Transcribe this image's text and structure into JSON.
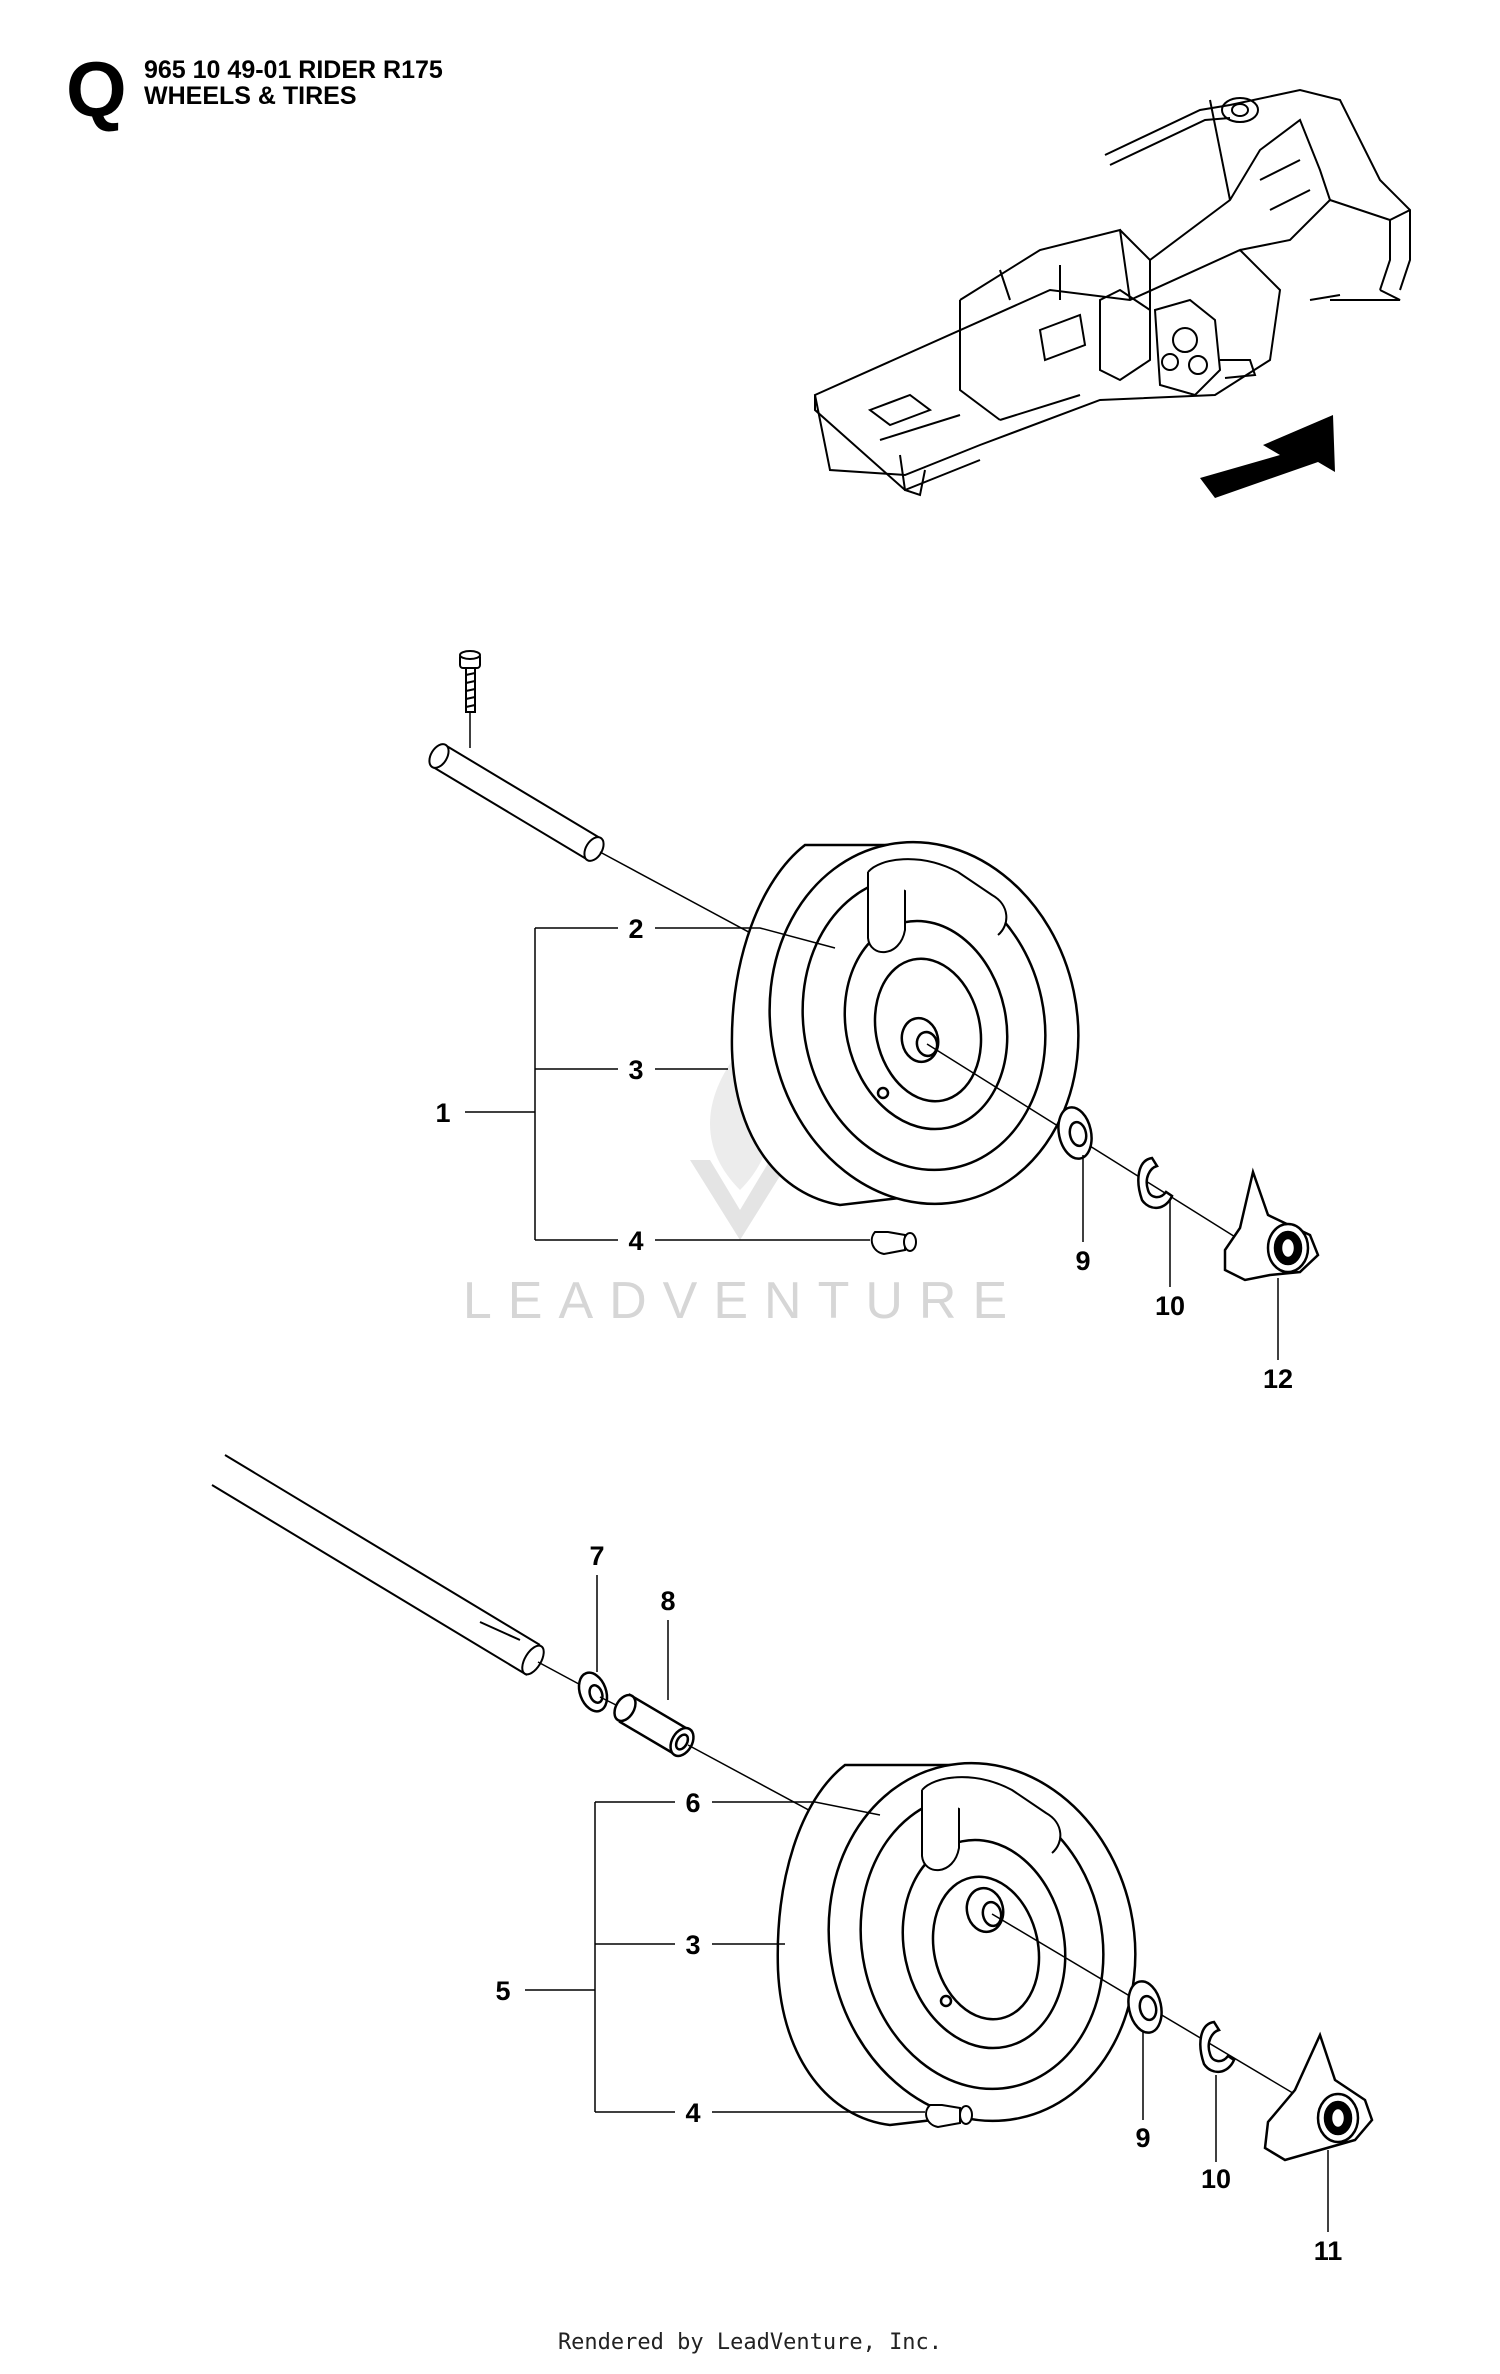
{
  "header": {
    "section_letter": "Q",
    "model_line": "965 10 49-01 RIDER R175",
    "title": "WHEELS & TIRES"
  },
  "watermark": "LEADVENTURE",
  "footer": "Rendered by LeadVenture, Inc.",
  "callouts": {
    "front": {
      "assembly": "1",
      "rim": "2",
      "tire": "3",
      "valve": "4",
      "washer": "9",
      "clip": "10",
      "hubcap": "12"
    },
    "rear": {
      "assembly": "5",
      "rim": "6",
      "tire": "3",
      "valve": "4",
      "washer_small": "7",
      "spacer": "8",
      "washer": "9",
      "clip": "10",
      "hubcap": "11"
    }
  }
}
